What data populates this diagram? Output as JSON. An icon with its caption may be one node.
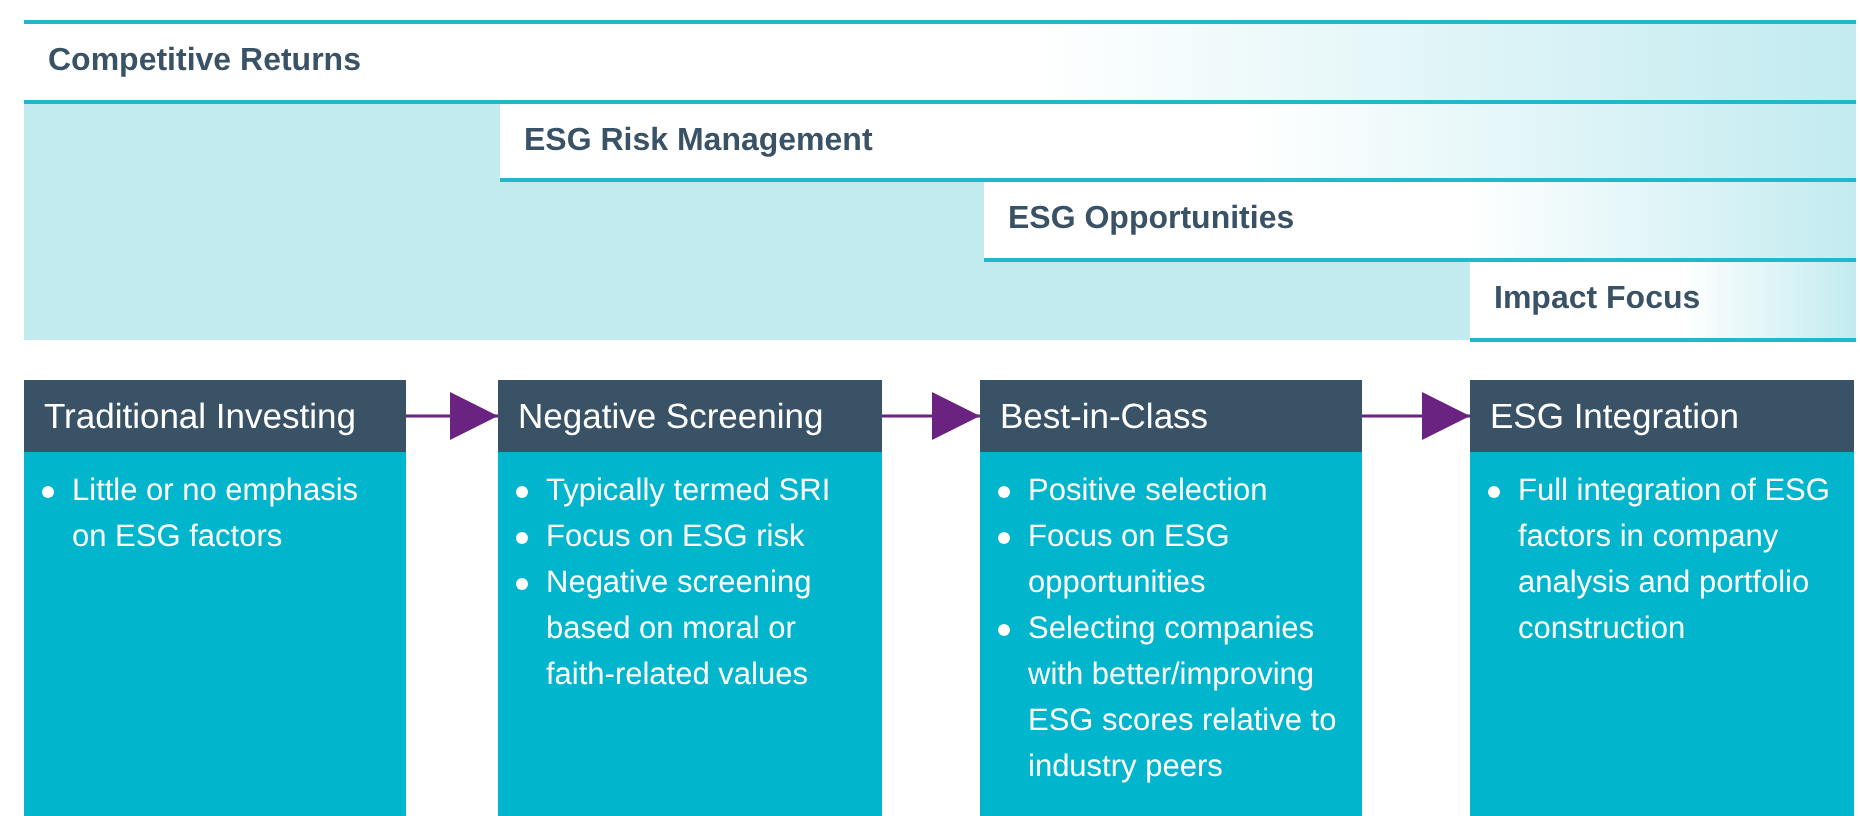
{
  "diagram": {
    "nodes": [
      {
        "text": [
          "Competitive Returns"
        ]
      },
      {
        "text": [
          "ESG Risk Management"
        ]
      },
      {
        "text": [
          "ESG Opportunities"
        ]
      },
      {
        "text": [
          "Impact Focus"
        ]
      },
      {
        "text": [
          "Traditional Investing",
          "Little or no emphasis on ESG factors"
        ]
      },
      {
        "text": [
          "Negative Screening",
          "Typically termed SRI",
          "Focus on ESG risk",
          "Negative screening based on moral or faith-related values"
        ]
      },
      {
        "text": [
          "Best-in-Class",
          "Positive selection",
          "Focus on ESG opportunities",
          "Selecting companies with better/improving ESG scores relative to industry peers"
        ]
      },
      {
        "text": [
          "ESG Integration",
          "Full integration of ESG factors in company analysis and portfolio construction"
        ]
      }
    ],
    "edges": [
      {
        "from": 4,
        "to": 5,
        "arrow": "to"
      },
      {
        "from": 5,
        "to": 6,
        "arrow": "to"
      },
      {
        "from": 6,
        "to": 7,
        "arrow": "to"
      }
    ]
  }
}
